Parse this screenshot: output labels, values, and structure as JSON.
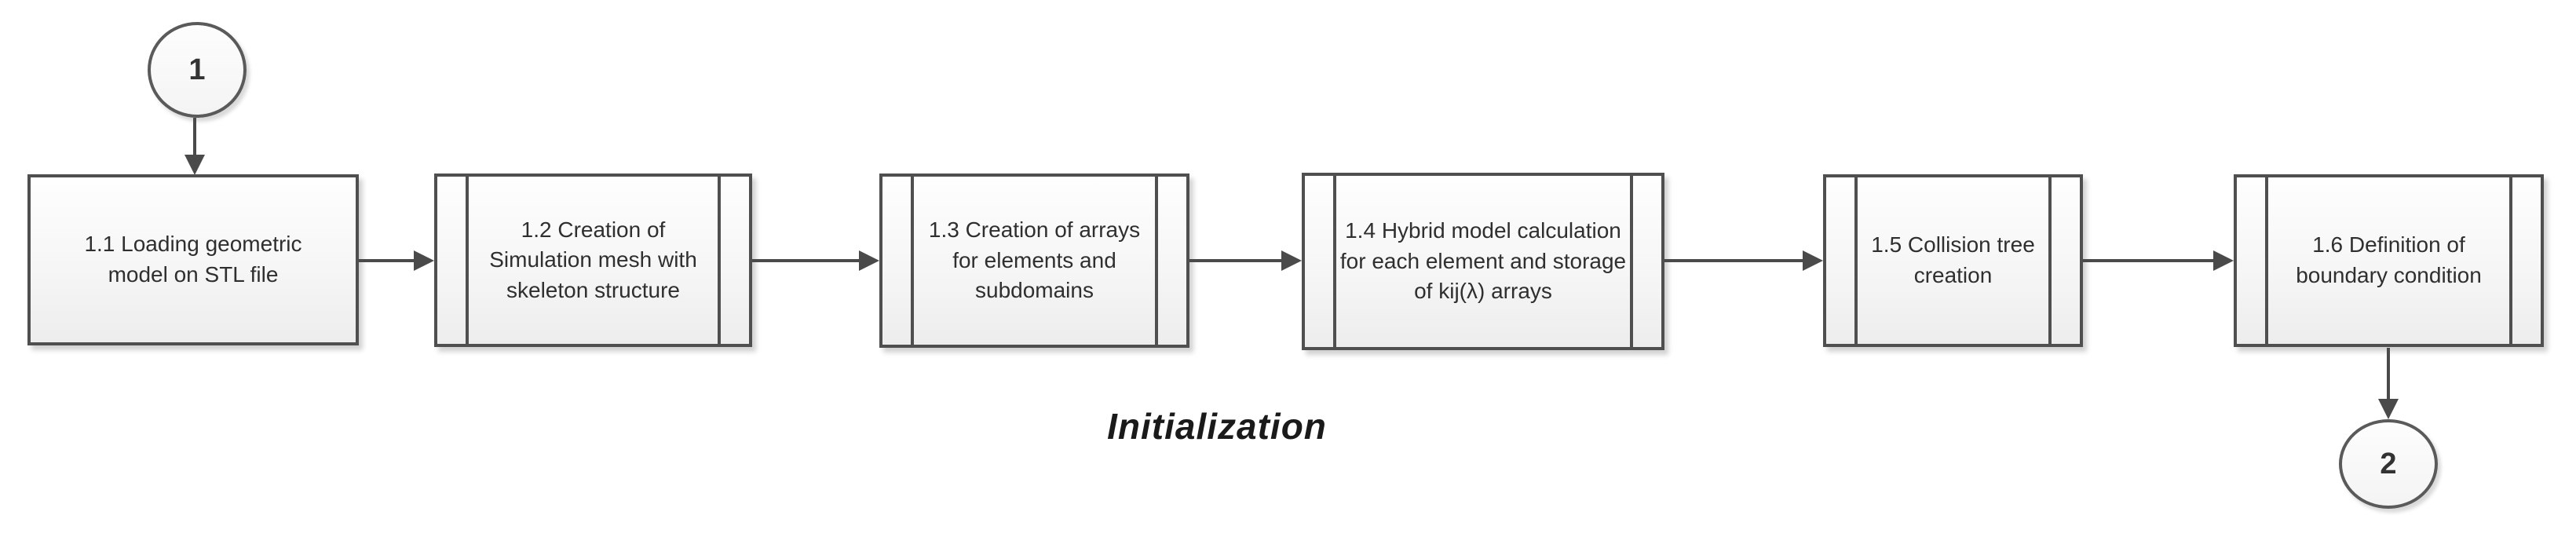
{
  "diagram": {
    "caption": "Initialization",
    "nodes": [
      {
        "id": "start",
        "type": "off-page-connector",
        "label": "1"
      },
      {
        "id": "1.1",
        "type": "process",
        "label": "1.1 Loading geometric\nmodel on STL file"
      },
      {
        "id": "1.2",
        "type": "predefined-process",
        "label": "1.2 Creation of\nSimulation mesh with\nskeleton structure"
      },
      {
        "id": "1.3",
        "type": "predefined-process",
        "label": "1.3 Creation of arrays\nfor elements and\nsubdomains"
      },
      {
        "id": "1.4",
        "type": "predefined-process",
        "label": "1.4 Hybrid model calculation\nfor each element and storage\nof kij(λ) arrays"
      },
      {
        "id": "1.5",
        "type": "predefined-process",
        "label": "1.5 Collision tree\ncreation"
      },
      {
        "id": "1.6",
        "type": "predefined-process",
        "label": "1.6 Definition of\nboundary condition"
      },
      {
        "id": "end",
        "type": "off-page-connector",
        "label": "2"
      }
    ],
    "edges": [
      {
        "from": "start",
        "to": "1.1",
        "direction": "down"
      },
      {
        "from": "1.1",
        "to": "1.2",
        "direction": "right"
      },
      {
        "from": "1.2",
        "to": "1.3",
        "direction": "right"
      },
      {
        "from": "1.3",
        "to": "1.4",
        "direction": "right"
      },
      {
        "from": "1.4",
        "to": "1.5",
        "direction": "right"
      },
      {
        "from": "1.5",
        "to": "1.6",
        "direction": "right"
      },
      {
        "from": "1.6",
        "to": "end",
        "direction": "down"
      }
    ],
    "colors": {
      "node_border": "#4f4f4f",
      "node_fill": "#f6f6f6",
      "arrow": "#4a4a4a",
      "text": "#2f2f2f",
      "background": "#ffffff"
    }
  }
}
